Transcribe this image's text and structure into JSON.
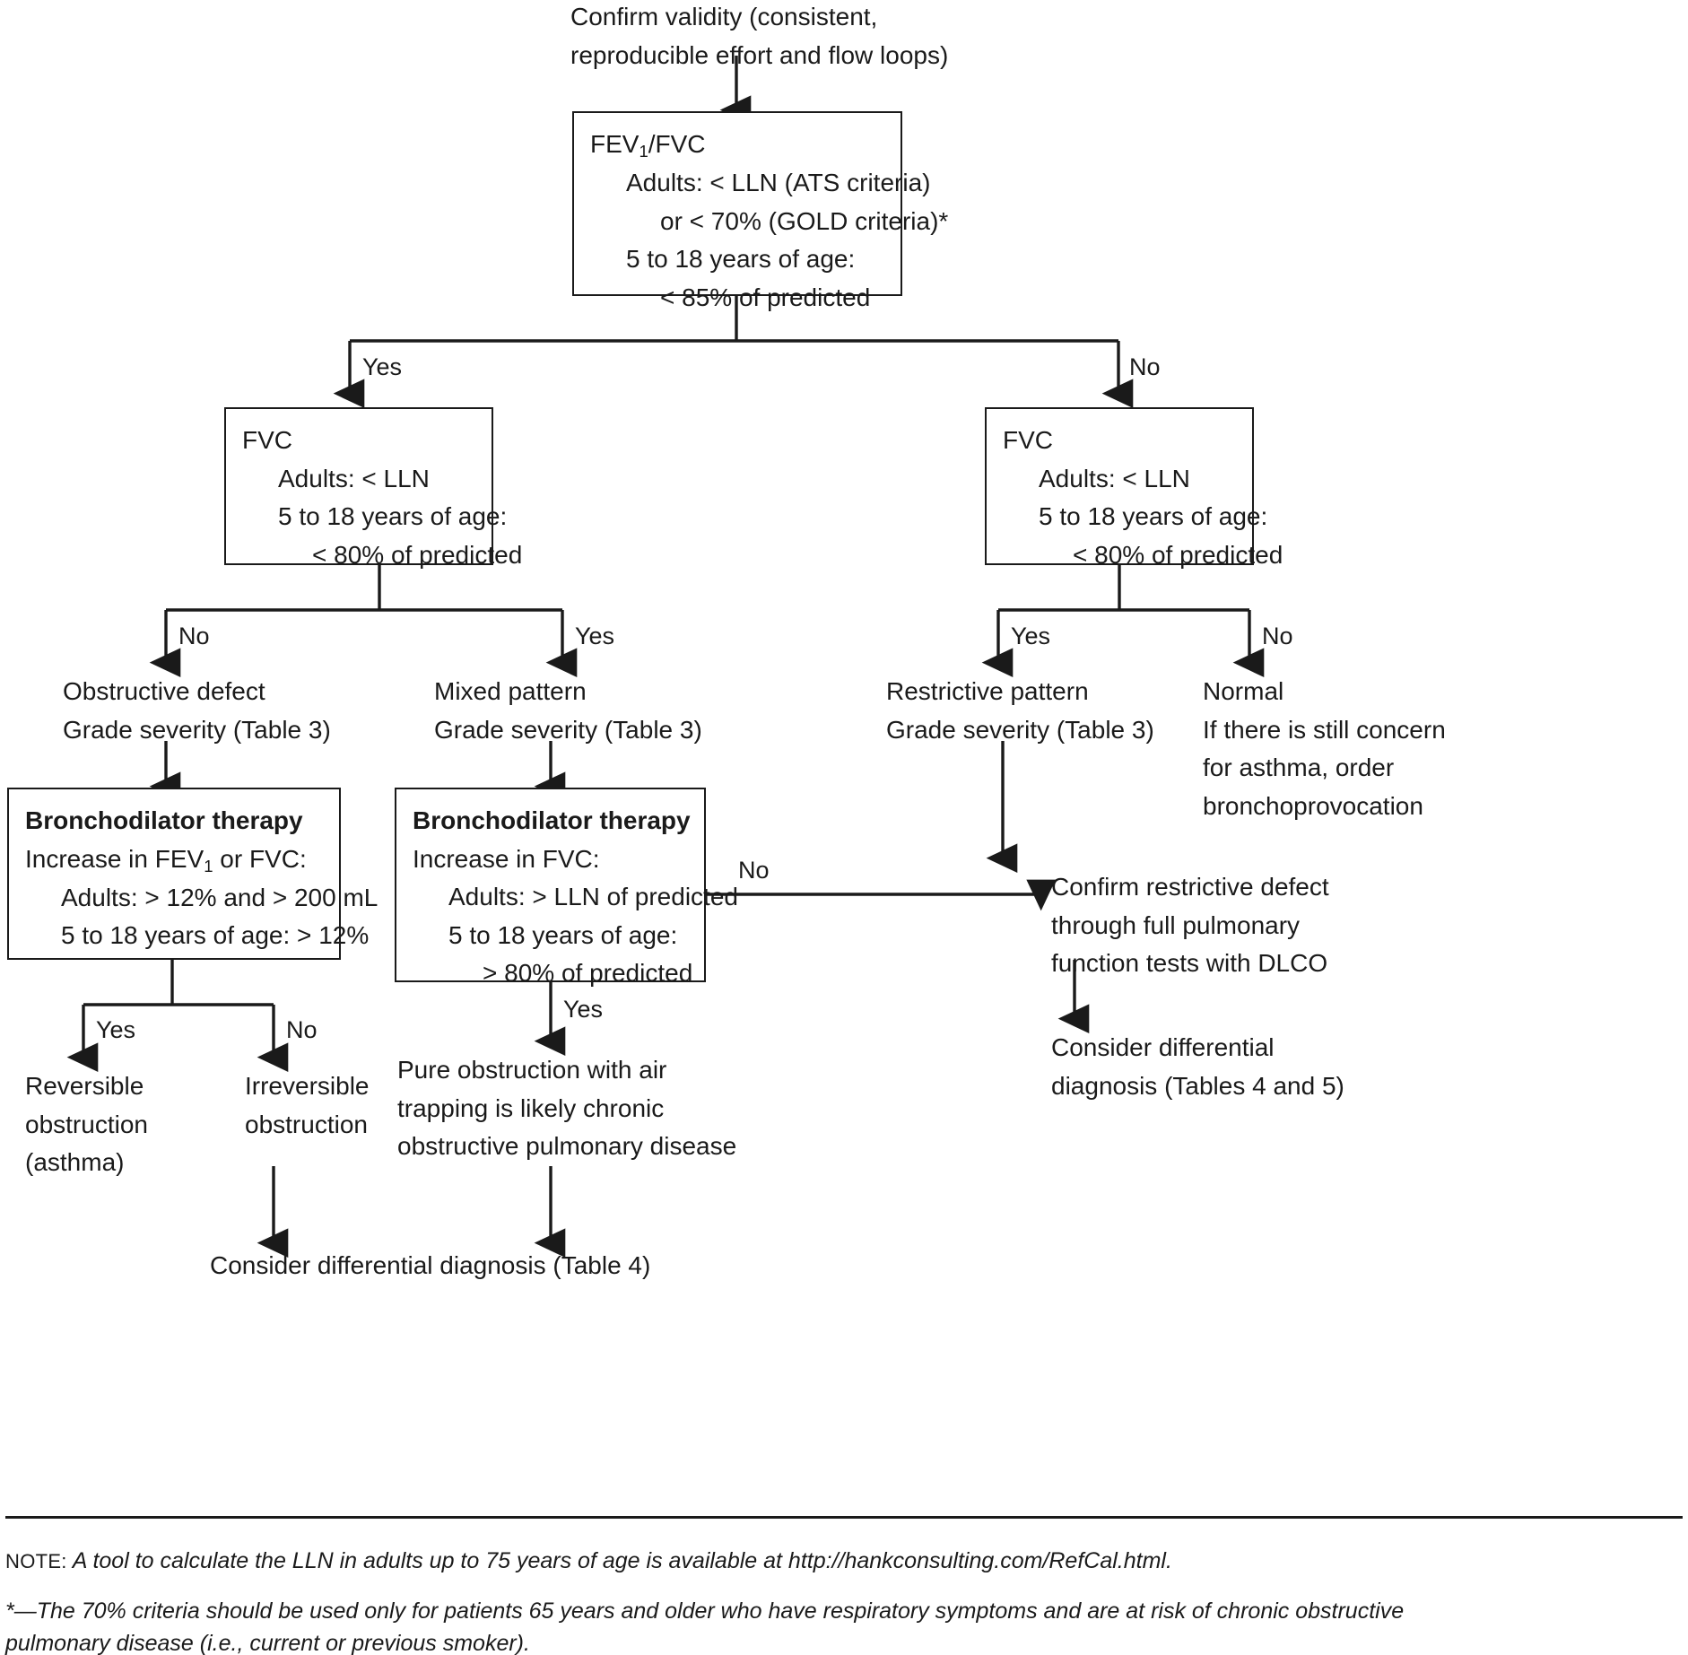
{
  "diagram": {
    "title": "Spirometry interpretation algorithm",
    "top_prompt": {
      "line1": "Confirm validity (consistent,",
      "line2": "reproducible effort and flow loops)"
    },
    "boxes": {
      "fev1_fvc": {
        "heading": "FEV",
        "heading_sub": "1",
        "heading_rest": "/FVC",
        "l1": "Adults: < LLN (ATS criteria)",
        "l2": "or < 70% (GOLD criteria)*",
        "l3": "5 to 18 years of age:",
        "l4": "< 85% of predicted"
      },
      "fvc_left": {
        "heading": "FVC",
        "l1": "Adults: < LLN",
        "l2": "5 to 18 years of age:",
        "l3": "< 80% of predicted"
      },
      "fvc_right": {
        "heading": "FVC",
        "l1": "Adults: < LLN",
        "l2": "5 to 18 years of age:",
        "l3": "< 80% of predicted"
      },
      "bronchodilator_left": {
        "heading": "Bronchodilator therapy",
        "l1a": "Increase in FEV",
        "l1sub": "1",
        "l1b": " or FVC:",
        "l2": "Adults: > 12% and > 200 mL",
        "l3": "5 to 18 years of age: > 12%"
      },
      "bronchodilator_mid": {
        "heading": "Bronchodilator therapy",
        "l1": "Increase in FVC:",
        "l2": "Adults: > LLN of predicted",
        "l3": "5 to 18 years of age:",
        "l4": "> 80% of predicted"
      }
    },
    "outcomes": {
      "obstructive": {
        "l1": "Obstructive defect",
        "l2": "Grade severity (Table 3)"
      },
      "mixed": {
        "l1": "Mixed pattern",
        "l2": "Grade severity (Table 3)"
      },
      "restrictive": {
        "l1": "Restrictive pattern",
        "l2": "Grade severity (Table 3)"
      },
      "normal": {
        "l1": "Normal",
        "l2": "If there is still concern",
        "l3": "for asthma, order",
        "l4": "bronchoprovocation"
      },
      "reversible": {
        "l1": "Reversible",
        "l2": "obstruction",
        "l3": "(asthma)"
      },
      "irreversible": {
        "l1": "Irreversible",
        "l2": "obstruction"
      },
      "copd": {
        "l1": "Pure obstruction with air",
        "l2": "trapping is likely chronic",
        "l3": "obstructive pulmonary disease"
      },
      "confirm_restrictive": {
        "l1": "Confirm restrictive defect",
        "l2": "through full pulmonary",
        "l3": "function tests with DLCO"
      },
      "consider_ddx_right": {
        "l1": "Consider differential",
        "l2": "diagnosis (Tables 4 and 5)"
      },
      "consider_ddx_bottom": "Consider differential diagnosis (Table 4)"
    },
    "edge_labels": {
      "root_yes": "Yes",
      "root_no": "No",
      "left_no": "No",
      "left_yes": "Yes",
      "right_yes": "Yes",
      "right_no": "No",
      "bd_left_yes": "Yes",
      "bd_left_no": "No",
      "bd_mid_yes": "Yes",
      "bd_mid_no": "No"
    },
    "footnotes": {
      "note_label": "NOTE:",
      "note_text": " A tool to calculate the LLN in adults up to 75 years of age is available at http://hankconsulting.com/RefCal.html.",
      "star_line1": "*—The 70% criteria should be used only for patients 65 years and older who have respiratory symptoms and are at risk of chronic obstructive",
      "star_line2": "pulmonary disease (i.e., current or previous smoker)."
    },
    "colors": {
      "ink": "#1a1a1a",
      "page": "#ffffff"
    }
  }
}
